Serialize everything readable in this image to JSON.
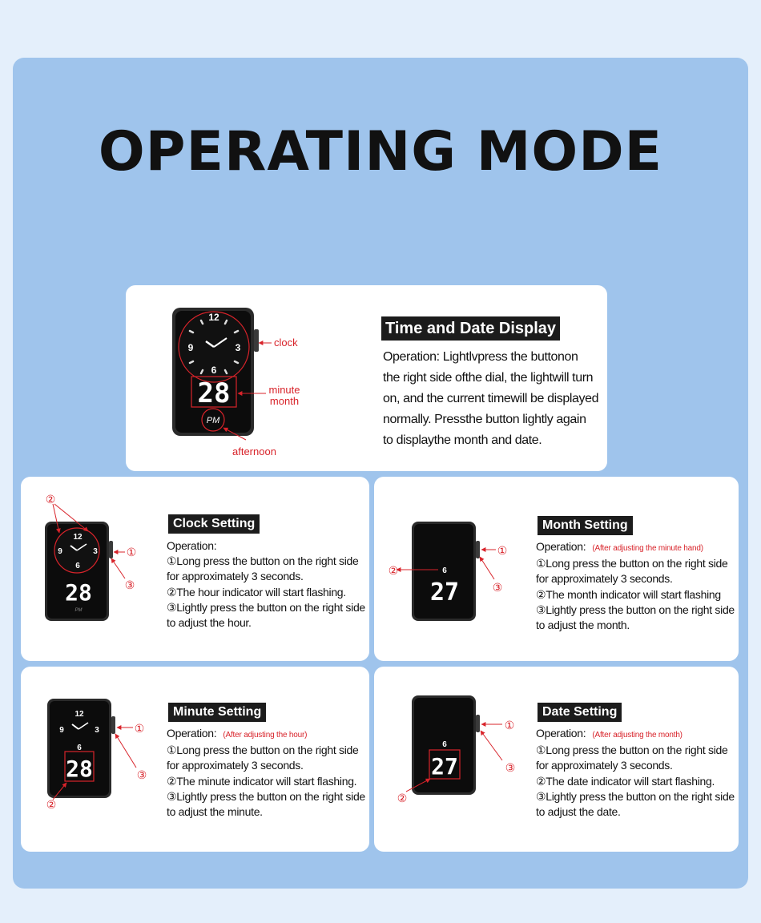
{
  "title": "OPERATING MODE",
  "time_date": {
    "heading": "Time and Date Display",
    "lines": [
      "Operation: Lightlvpress the buttonon",
      "the right side ofthe dial, the lightwill turn",
      "on, and the current timewill be displayed",
      "normally. Pressthe button lightly again",
      "to displaythe month and date."
    ],
    "labels": {
      "clock": "clock",
      "minute": "minute",
      "month": "month",
      "afternoon": "afternoon"
    },
    "display": "28",
    "pm": "PM"
  },
  "dial_numbers": {
    "twelve": "12",
    "three": "3",
    "six": "6",
    "nine": "9"
  },
  "markers": {
    "one": "①",
    "two": "②",
    "three": "③"
  },
  "clock_setting": {
    "heading": "Clock Setting",
    "operation": "Operation:",
    "lines": [
      "①Long press the button on the right side",
      "for approximately 3 seconds.",
      "②The hour indicator will start flashing.",
      "③Lightly press the button on the right side",
      "to adjust the hour."
    ],
    "display": "28",
    "pm": "PM"
  },
  "month_setting": {
    "heading": "Month Setting",
    "operation": "Operation:",
    "note": "(After adjusting the minute hand)",
    "lines": [
      "①Long press the button on the right side",
      "for approximately 3 seconds.",
      "②The month indicator will start flashing",
      "③Lightly press the button on the right side",
      "to adjust the month."
    ],
    "top_digit": "6",
    "display": "27"
  },
  "minute_setting": {
    "heading": "Minute Setting",
    "operation": "Operation:",
    "note": "(After adjusting the hour)",
    "lines": [
      "①Long press the button on the right side",
      "for approximately 3 seconds.",
      "②The minute indicator will start flashing.",
      "③Lightly press the button on the right side",
      "to adjust the minute."
    ],
    "display": "28"
  },
  "date_setting": {
    "heading": "Date Setting",
    "operation": "Operation:",
    "note": "(After adjusting the month)",
    "lines": [
      "①Long press the button on the right side",
      "for approximately 3 seconds.",
      "②The date indicator will start flashing.",
      "③Lightly press the button on the right side",
      "to adjust the date."
    ],
    "top_digit": "6",
    "display": "27"
  },
  "colors": {
    "annotation": "#d8232a",
    "panel": "#9fc4ec",
    "heading_bg": "#1c1c1c"
  }
}
